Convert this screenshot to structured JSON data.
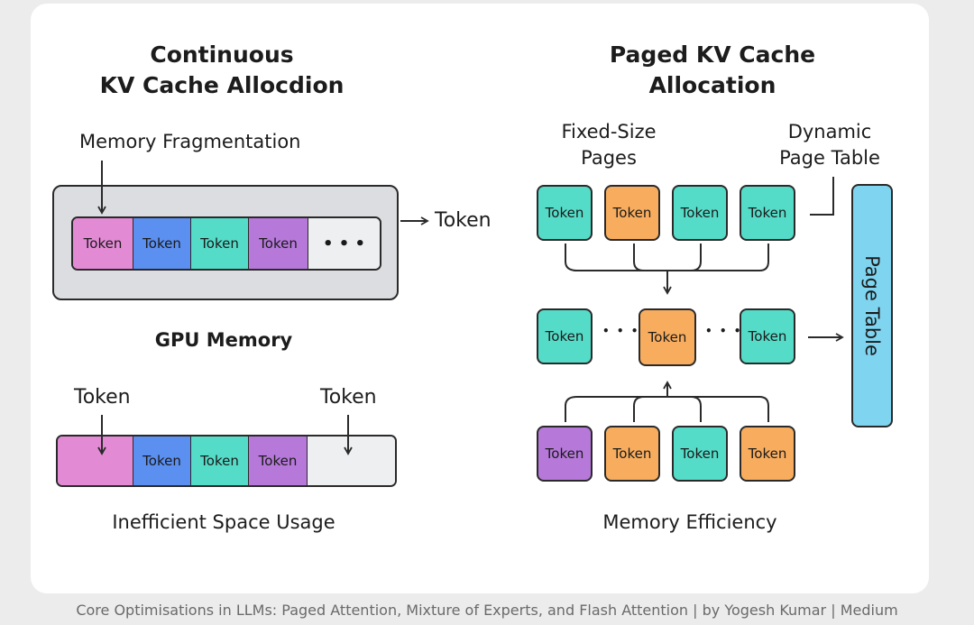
{
  "colors": {
    "pink": "#e38ad5",
    "blue": "#5b8ff0",
    "teal": "#55dcc8",
    "purple": "#b679da",
    "orange": "#f8ad5e",
    "empty": "#eeeff1",
    "gpu_box": "#dcdde0",
    "page_table": "#7fd4f0"
  },
  "left": {
    "title_line1": "Continuous",
    "title_line2": "KV Cache Allocdion",
    "fragmentation_label": "Memory Fragmentation",
    "token_out_label": "Token",
    "gpu_memory_label": "GPU Memory",
    "strip_top": {
      "cells": [
        "Token",
        "Token",
        "Token",
        "Token",
        "• • •"
      ]
    },
    "token_label_left": "Token",
    "token_label_right": "Token",
    "strip_bottom": {
      "cells": [
        "",
        "Token",
        "Token",
        "Token",
        ""
      ]
    },
    "inefficient_label": "Inefficient Space Usage"
  },
  "right": {
    "title_line1": "Paged KV Cache",
    "title_line2": "Allocation",
    "fixed_size_line1": "Fixed-Size",
    "fixed_size_line2": "Pages",
    "dynamic_line1": "Dynamic",
    "dynamic_line2": "Page Table",
    "row_top": [
      "Token",
      "Token",
      "Token",
      "Token"
    ],
    "row_middle": [
      "Token",
      "Token",
      "Token"
    ],
    "row_middle_dots": "• • •",
    "row_bottom": [
      "Token",
      "Token",
      "Token",
      "Token"
    ],
    "page_table_label": "Page Table",
    "efficiency_label": "Memory Efficiency"
  },
  "caption": "Core Optimisations in LLMs: Paged Attention, Mixture of Experts, and Flash  Attention | by Yogesh Kumar | Medium"
}
